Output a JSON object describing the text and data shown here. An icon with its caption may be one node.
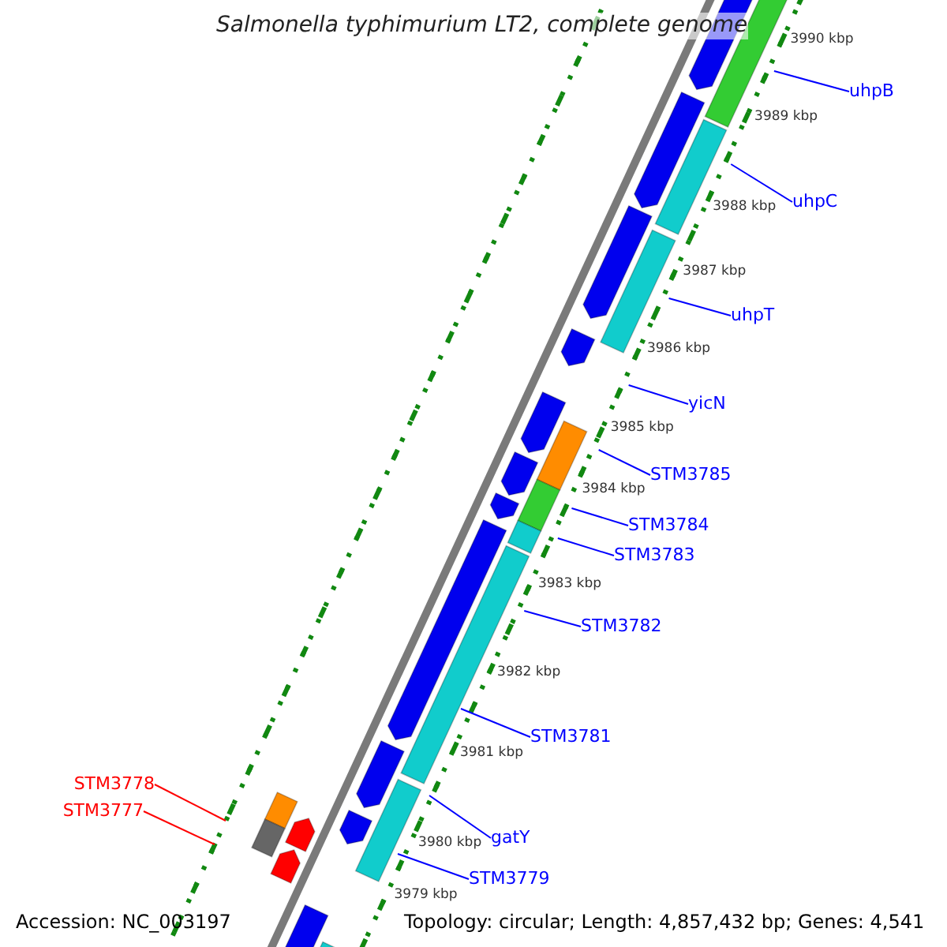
{
  "diagram": {
    "title": "Salmonella typhimurium LT2, complete genome",
    "nodes": [
      {
        "text": [
          "uhpB"
        ]
      },
      {
        "text": [
          "uhpC"
        ]
      },
      {
        "text": [
          "uhpT"
        ]
      },
      {
        "text": [
          "yicN"
        ]
      },
      {
        "text": [
          "STM3785"
        ]
      },
      {
        "text": [
          "STM3784"
        ]
      },
      {
        "text": [
          "STM3783"
        ]
      },
      {
        "text": [
          "STM3782"
        ]
      },
      {
        "text": [
          "STM3781"
        ]
      },
      {
        "text": [
          "gatY"
        ]
      },
      {
        "text": [
          "STM3779"
        ]
      },
      {
        "text": [
          "STM3778"
        ]
      },
      {
        "text": [
          "STM3777"
        ]
      }
    ],
    "edges": [
      {
        "from": 0,
        "to": null,
        "arrow": "none"
      },
      {
        "from": 1,
        "to": null,
        "arrow": "none"
      },
      {
        "from": 2,
        "to": null,
        "arrow": "none"
      },
      {
        "from": 3,
        "to": null,
        "arrow": "none"
      },
      {
        "from": 4,
        "to": null,
        "arrow": "none"
      },
      {
        "from": 5,
        "to": null,
        "arrow": "none"
      },
      {
        "from": 6,
        "to": null,
        "arrow": "none"
      },
      {
        "from": 7,
        "to": null,
        "arrow": "none"
      },
      {
        "from": 8,
        "to": null,
        "arrow": "none"
      },
      {
        "from": 9,
        "to": null,
        "arrow": "none"
      },
      {
        "from": 10,
        "to": null,
        "arrow": "none"
      },
      {
        "from": 11,
        "to": null,
        "arrow": "none",
        "color": "#ff0000"
      },
      {
        "from": 12,
        "to": null,
        "arrow": "none",
        "color": "#ff0000"
      }
    ],
    "labels": [
      "3990 kbp",
      "3989 kbp",
      "3988 kbp",
      "3987 kbp",
      "3986 kbp",
      "3985 kbp",
      "3984 kbp",
      "3983 kbp",
      "3982 kbp",
      "3981 kbp",
      "3980 kbp",
      "3979 kbp",
      "Accession: NC_003197",
      "Topology: circular; Length: 4,857,432 bp; Genes: 4,541"
    ]
  }
}
